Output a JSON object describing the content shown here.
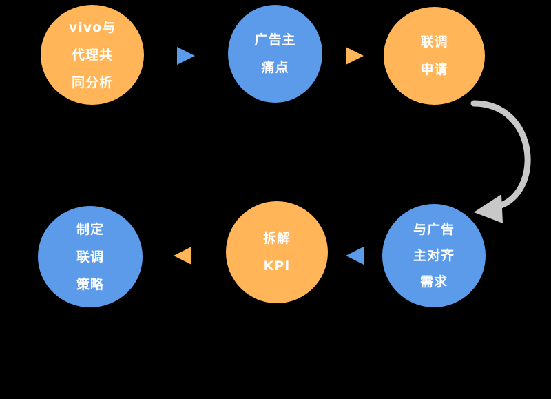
{
  "nodes": {
    "n1": {
      "lines": [
        "vivo与",
        "代理共",
        "同分析"
      ]
    },
    "n2": {
      "lines": [
        "广告主",
        "痛点"
      ]
    },
    "n3": {
      "lines": [
        "联调",
        "申请"
      ]
    },
    "n4": {
      "lines": [
        "制定",
        "联调",
        "策略"
      ]
    },
    "n5": {
      "lines": [
        "拆解",
        "KPI"
      ]
    },
    "n6": {
      "lines": [
        "与广告",
        "主对齐",
        "需求"
      ]
    }
  },
  "colors": {
    "orange": "#ffb558",
    "blue": "#5b9bea",
    "curve_arrow": "#c8c8c8",
    "background": "#000000"
  }
}
